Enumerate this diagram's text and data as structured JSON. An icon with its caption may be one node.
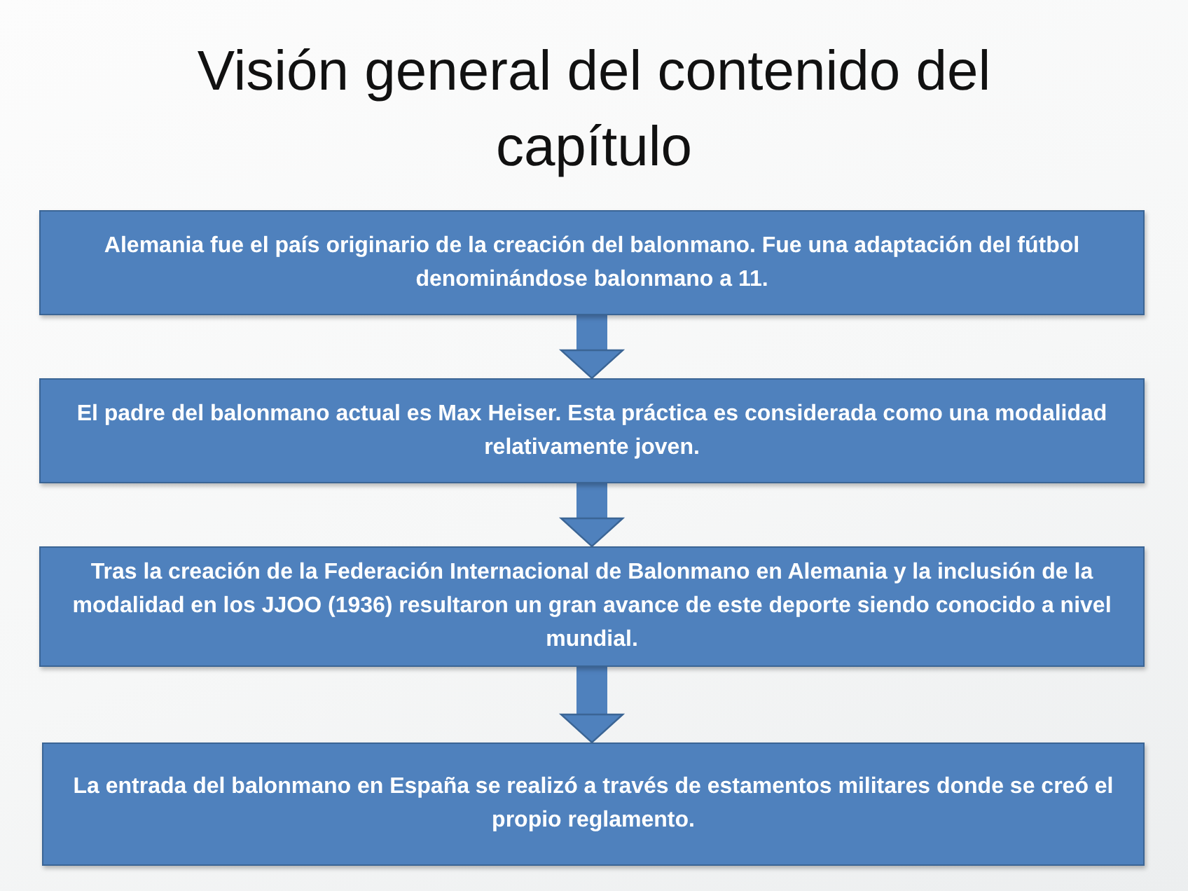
{
  "diagram": {
    "title": "Visión general del contenido del capítulo",
    "nodes": [
      {
        "text": [
          "Alemania fue el país originario de la creación del balonmano. Fue una adaptación del fútbol denominándose balonmano a 11."
        ]
      },
      {
        "text": [
          "El padre del balonmano actual es Max Heiser. Esta práctica es considerada como una modalidad relativamente joven."
        ]
      },
      {
        "text": [
          "Tras la creación de la Federación Internacional de Balonmano en Alemania y la inclusión de la modalidad en los JJOO (1936) resultaron un gran avance de este deporte siendo conocido a nivel mundial."
        ]
      },
      {
        "text": [
          "La entrada del balonmano en España se realizó a través de estamentos militares donde se creó el propio reglamento."
        ]
      }
    ],
    "edges": [
      {
        "from": 0,
        "to": 1,
        "arrow": "to"
      },
      {
        "from": 1,
        "to": 2,
        "arrow": "to"
      },
      {
        "from": 2,
        "to": 3,
        "arrow": "to"
      }
    ]
  }
}
